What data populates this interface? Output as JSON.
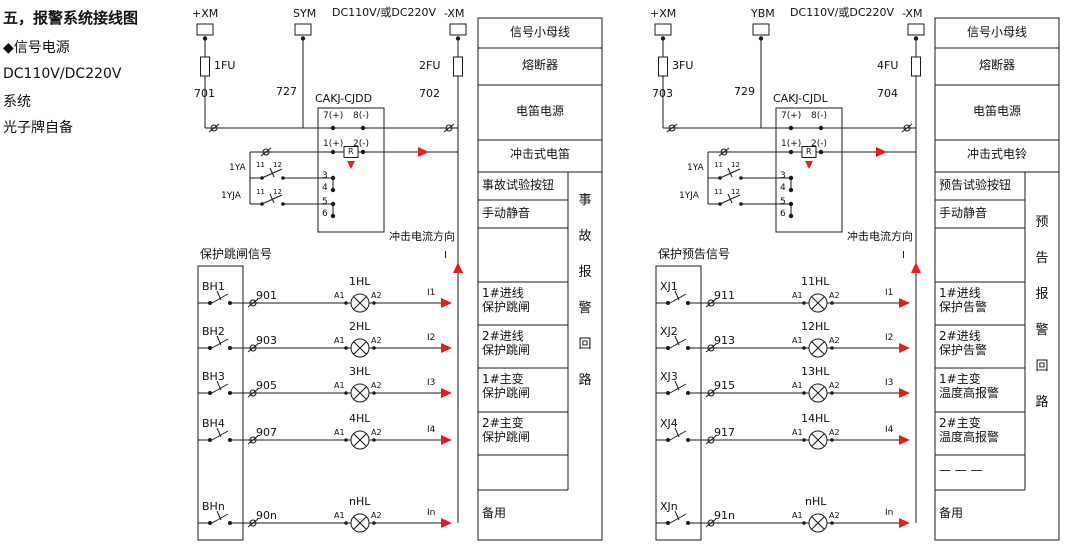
{
  "colors": {
    "accent_red": "#e21f1f",
    "line": "#1a1a1a"
  },
  "notes": {
    "title": "五，报警系统接线图",
    "l1": "◆信号电源",
    "l2": "DC110V/DC220V",
    "l3": "系统",
    "l4": "光子牌自备"
  },
  "L": {
    "bus_pos": "+XM",
    "bus_mid": "SYM",
    "volt": "DC110V/或DC220V",
    "bus_neg": "-XM",
    "fu_l": "1FU",
    "fu_r": "2FU",
    "w_l": "701",
    "w_m": "727",
    "w_r": "702",
    "relay": "CAKJ-CJDD",
    "t7": "7(+)",
    "t8": "8(-)",
    "t1": "1(+)",
    "t2": "2(-)",
    "r": "R",
    "p3": "3",
    "p4": "4",
    "p5": "5",
    "p6": "6",
    "ya": "1YA",
    "ya_a": "11",
    "ya_b": "12",
    "yja": "1YJA",
    "yja_a": "11",
    "yja_b": "12",
    "impulse": "冲击电流方向",
    "cur": "I",
    "box_title": "保护跳闸信号",
    "rows": [
      {
        "sw": "BH1",
        "w": "901",
        "lamp": "1HL",
        "a1": "A1",
        "a2": "A2",
        "i": "I1"
      },
      {
        "sw": "BH2",
        "w": "903",
        "lamp": "2HL",
        "a1": "A1",
        "a2": "A2",
        "i": "I2"
      },
      {
        "sw": "BH3",
        "w": "905",
        "lamp": "3HL",
        "a1": "A1",
        "a2": "A2",
        "i": "I3"
      },
      {
        "sw": "BH4",
        "w": "907",
        "lamp": "4HL",
        "a1": "A1",
        "a2": "A2",
        "i": "I4"
      },
      {
        "sw": "BHn",
        "w": "90n",
        "lamp": "nHL",
        "a1": "A1",
        "a2": "A2",
        "i": "In"
      }
    ],
    "table": {
      "c1": "信号小母线",
      "c2": "熔断器",
      "c3": "电笛电源",
      "c4": "冲击式电笛",
      "c5": "事故试验按钮",
      "c6": "手动静音",
      "c7": "1#进线\n保护跳闸",
      "c8": "2#进线\n保护跳闸",
      "c9": "1#主变\n保护跳闸",
      "c10": "2#主变\n保护跳闸",
      "c11": "",
      "c12": "备用",
      "vert": "事故报警回路"
    }
  },
  "R": {
    "bus_pos": "+XM",
    "bus_mid": "YBM",
    "volt": "DC110V/或DC220V",
    "bus_neg": "-XM",
    "fu_l": "3FU",
    "fu_r": "4FU",
    "w_l": "703",
    "w_m": "729",
    "w_r": "704",
    "relay": "CAKJ-CJDL",
    "t7": "7(+)",
    "t8": "8(-)",
    "t1": "1(+)",
    "t2": "2(-)",
    "r": "R",
    "p3": "3",
    "p4": "4",
    "p5": "5",
    "p6": "6",
    "ya": "1YA",
    "ya_a": "11",
    "ya_b": "12",
    "yja": "1YJA",
    "yja_a": "11",
    "yja_b": "12",
    "impulse": "冲击电流方向",
    "cur": "I",
    "box_title": "保护预告信号",
    "rows": [
      {
        "sw": "XJ1",
        "w": "911",
        "lamp": "11HL",
        "a1": "A1",
        "a2": "A2",
        "i": "I1"
      },
      {
        "sw": "XJ2",
        "w": "913",
        "lamp": "12HL",
        "a1": "A1",
        "a2": "A2",
        "i": "I2"
      },
      {
        "sw": "XJ3",
        "w": "915",
        "lamp": "13HL",
        "a1": "A1",
        "a2": "A2",
        "i": "I3"
      },
      {
        "sw": "XJ4",
        "w": "917",
        "lamp": "14HL",
        "a1": "A1",
        "a2": "A2",
        "i": "I4"
      },
      {
        "sw": "XJn",
        "w": "91n",
        "lamp": "nHL",
        "a1": "A1",
        "a2": "A2",
        "i": "In"
      }
    ],
    "table": {
      "c1": "信号小母线",
      "c2": "熔断器",
      "c3": "电笛电源",
      "c4": "冲击式电铃",
      "c5": "预告试验按钮",
      "c6": "手动静音",
      "c7": "1#进线\n保护告警",
      "c8": "2#进线\n保护告警",
      "c9": "1#主变\n温度高报警",
      "c10": "2#主变\n温度高报警",
      "c11": "— — —",
      "c12": "备用",
      "vert": "预告报警回路"
    }
  }
}
